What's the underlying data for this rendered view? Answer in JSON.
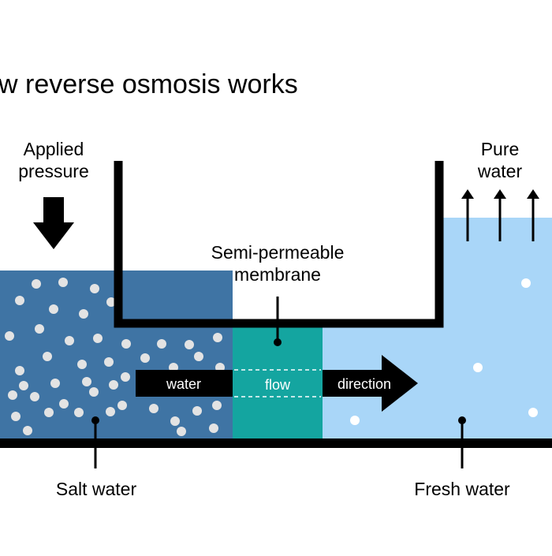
{
  "title": "w reverse osmosis works",
  "labels": {
    "applied_pressure_line1": "Applied",
    "applied_pressure_line2": "pressure",
    "pure_water_line1": "Pure",
    "pure_water_line2": "water",
    "membrane_line1": "Semi-permeable",
    "membrane_line2": "membrane",
    "salt_water": "Salt water",
    "fresh_water": "Fresh water"
  },
  "flow": {
    "word1": "water",
    "word2": "flow",
    "word3": "direction"
  },
  "colors": {
    "salt_water": "#3f74a4",
    "membrane": "#14a5a0",
    "fresh_water": "#a9d6f8",
    "ink": "#000000",
    "particle": "#e3e3e3"
  }
}
